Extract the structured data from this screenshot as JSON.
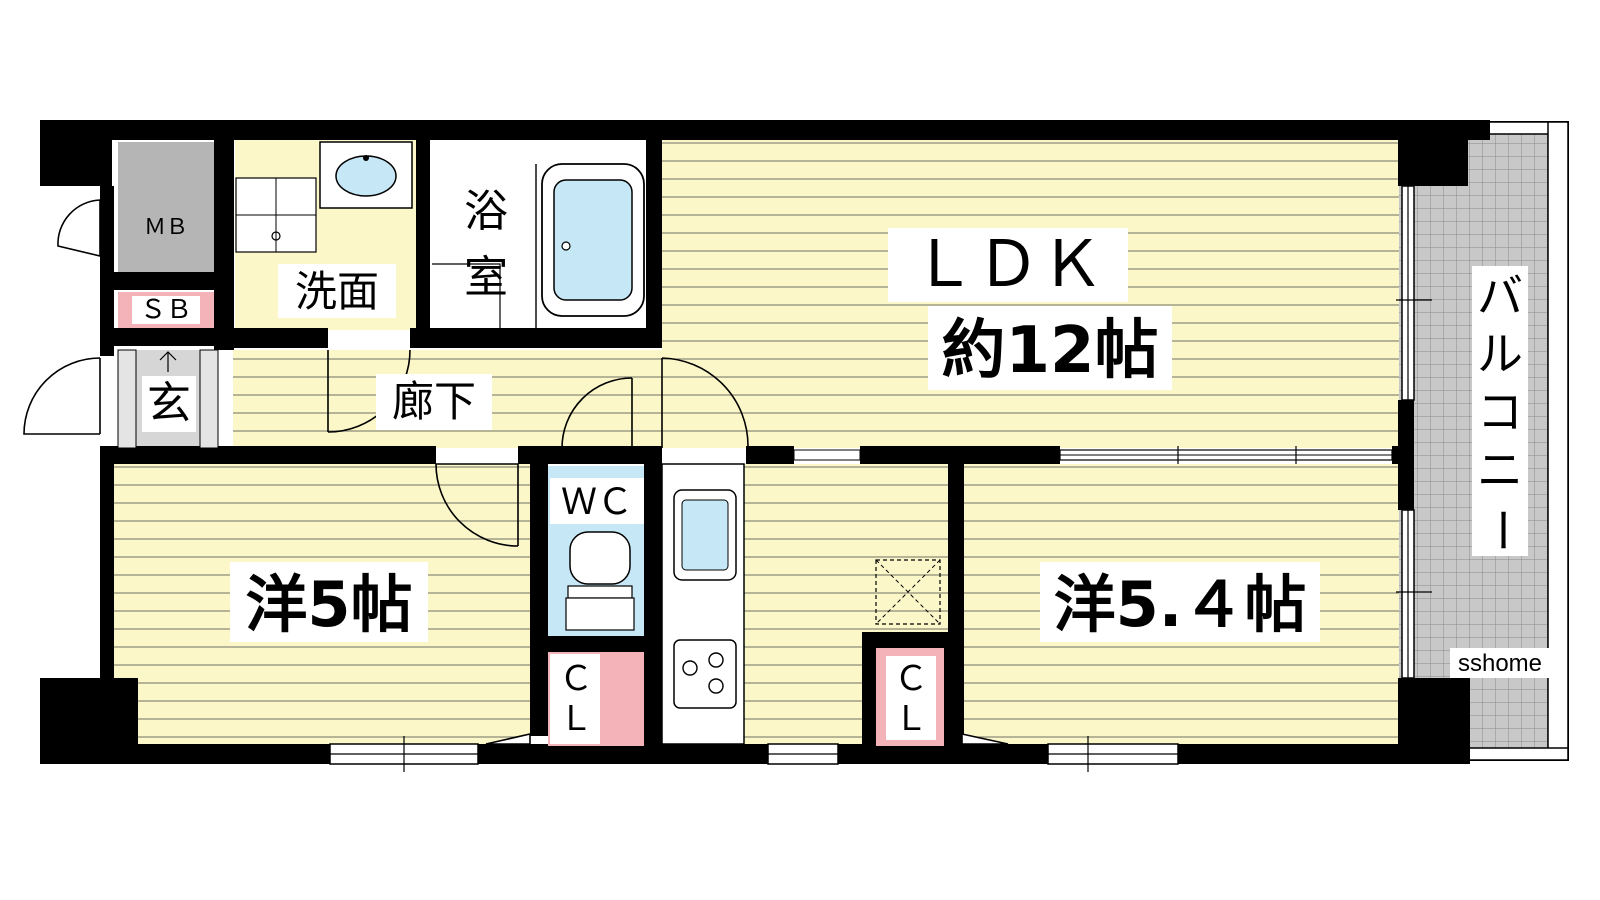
{
  "colors": {
    "wall": "#000000",
    "floor": "#fbf7c8",
    "floor_line": "#8c8c7a",
    "water": "#c6e7f6",
    "closet": "#f3b3b8",
    "gray_box": "#b5b5b5",
    "balcony": "#c8c8c8"
  },
  "rooms": {
    "ldk_title": "ＬＤＫ",
    "ldk_size": "約12帖",
    "western1": "洋5帖",
    "western2": "洋5.４帖",
    "bath_1": "浴",
    "bath_2": "室",
    "washroom": "洗面",
    "hallway": "廊下",
    "entrance": "玄",
    "wc": "ＷＣ",
    "mb": "ＭＢ",
    "sb": "ＳＢ",
    "closet1_c": "Ｃ",
    "closet1_l": "Ｌ",
    "closet2_c": "Ｃ",
    "closet2_l": "Ｌ",
    "balcony_chars": [
      "バ",
      "ル",
      "コ",
      "ニ",
      "ー"
    ]
  },
  "watermark": "sshome"
}
